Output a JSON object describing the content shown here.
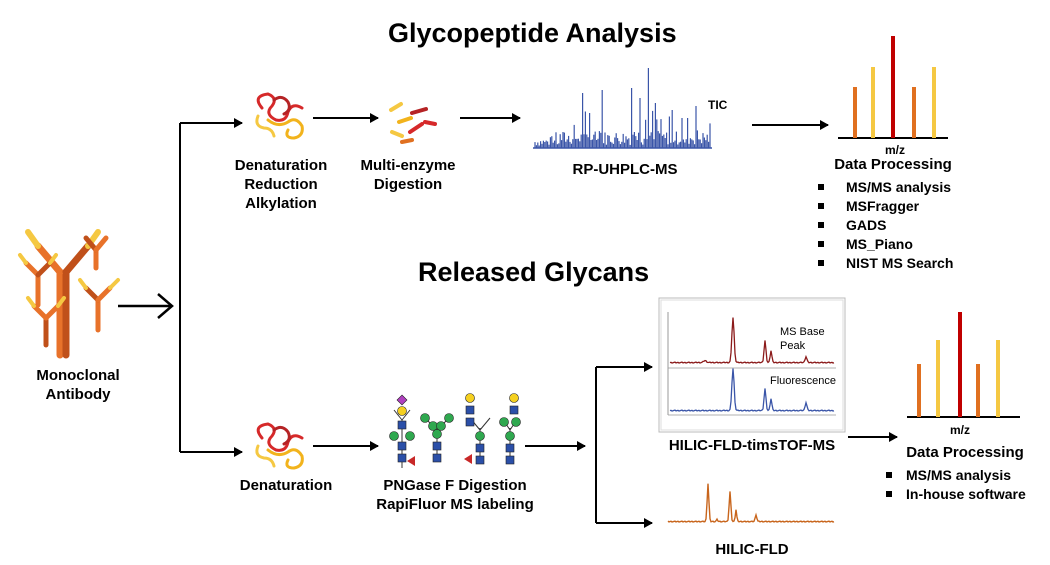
{
  "titles": {
    "glycopeptide": "Glycopeptide Analysis",
    "released": "Released Glycans"
  },
  "antibody": {
    "label_line1": "Monoclonal",
    "label_line2": "Antibody"
  },
  "glycopeptide": {
    "step1": [
      "Denaturation",
      "Reduction",
      "Alkylation"
    ],
    "step2": [
      "Multi-enzyme",
      "Digestion"
    ],
    "step3": "RP-UHPLC-MS",
    "tic_label": "TIC",
    "spectrum_axis": "m/z",
    "processing": {
      "title": "Data Processing",
      "items": [
        "MS/MS analysis",
        "MSFragger",
        "GADS",
        "MS_Piano",
        "NIST MS Search"
      ]
    }
  },
  "released": {
    "step1": "Denaturation",
    "step2": [
      "PNGase F Digestion",
      "RapiFluor MS labeling"
    ],
    "chrom_ms_label": [
      "MS Base",
      "Peak"
    ],
    "chrom_fl_label": "Fluorescence",
    "method1": "HILIC-FLD-timsTOF-MS",
    "method2": "HILIC-FLD",
    "spectrum_axis": "m/z",
    "processing": {
      "title": "Data Processing",
      "items": [
        "MS/MS analysis",
        "In-house software"
      ]
    }
  },
  "colors": {
    "dark_red": "#c00000",
    "orange": "#e07020",
    "yellow": "#f5c842",
    "chrom_blue": "#3a55a8",
    "ms_red": "#8b1a1a",
    "fld_orange": "#c8651c"
  }
}
